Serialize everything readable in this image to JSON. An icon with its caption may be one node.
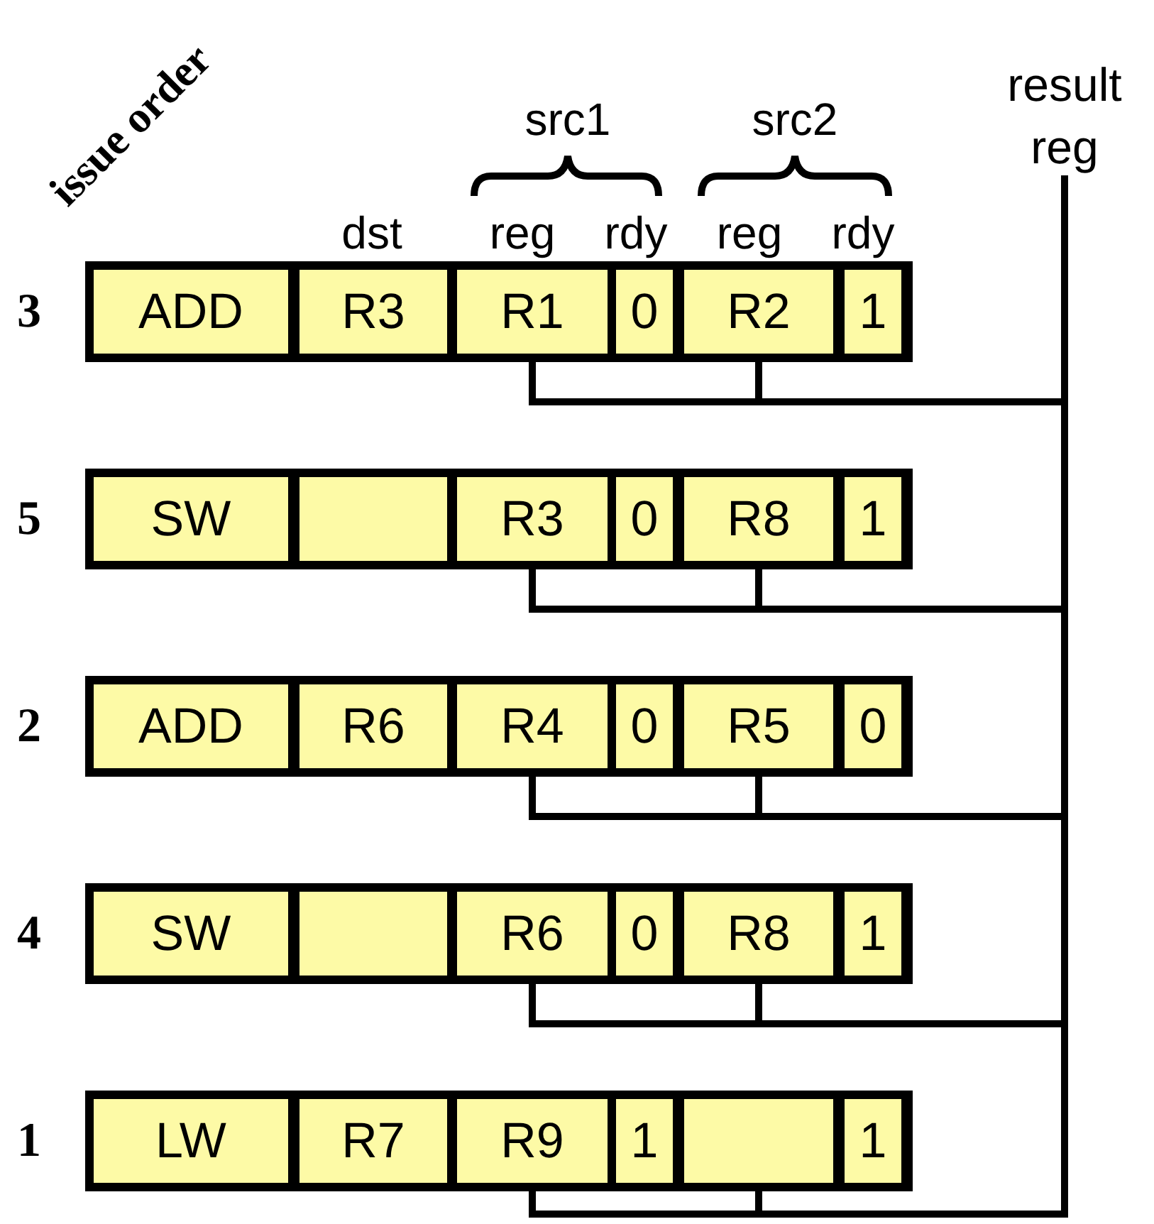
{
  "diagram": {
    "nodes": [
      {
        "text": [
          "result reg"
        ]
      },
      {
        "text": [],
        "shape": "box",
        "beside": [
          "3"
        ]
      },
      {
        "text": [
          "ADD"
        ],
        "in": 1
      },
      {
        "text": [
          "R3"
        ],
        "in": 1
      },
      {
        "text": [
          "R1"
        ],
        "in": 1
      },
      {
        "text": [
          "0"
        ],
        "in": 1
      },
      {
        "text": [
          "R2"
        ],
        "in": 1
      },
      {
        "text": [
          "1"
        ],
        "in": 1
      },
      {
        "text": [],
        "shape": "box",
        "beside": [
          "5"
        ]
      },
      {
        "text": [
          "SW"
        ],
        "in": 8
      },
      {
        "text": [],
        "shape": "box",
        "in": 8
      },
      {
        "text": [
          "R3"
        ],
        "in": 8
      },
      {
        "text": [
          "0"
        ],
        "in": 8
      },
      {
        "text": [
          "R8"
        ],
        "in": 8
      },
      {
        "text": [
          "1"
        ],
        "in": 8
      },
      {
        "text": [],
        "shape": "box",
        "beside": [
          "2"
        ]
      },
      {
        "text": [
          "ADD"
        ],
        "in": 15
      },
      {
        "text": [
          "R6"
        ],
        "in": 15
      },
      {
        "text": [
          "R4"
        ],
        "in": 15
      },
      {
        "text": [
          "0"
        ],
        "in": 15
      },
      {
        "text": [
          "R5"
        ],
        "in": 15
      },
      {
        "text": [
          "0"
        ],
        "in": 15
      },
      {
        "text": [],
        "shape": "box",
        "beside": [
          "4"
        ]
      },
      {
        "text": [
          "SW"
        ],
        "in": 22
      },
      {
        "text": [],
        "shape": "box",
        "in": 22
      },
      {
        "text": [
          "R6"
        ],
        "in": 22
      },
      {
        "text": [
          "0"
        ],
        "in": 22
      },
      {
        "text": [
          "R8"
        ],
        "in": 22
      },
      {
        "text": [
          "1"
        ],
        "in": 22
      },
      {
        "text": [],
        "shape": "box",
        "beside": [
          "1"
        ]
      },
      {
        "text": [
          "LW"
        ],
        "in": 29
      },
      {
        "text": [
          "R7"
        ],
        "in": 29
      },
      {
        "text": [
          "R9"
        ],
        "in": 29
      },
      {
        "text": [
          "1"
        ],
        "in": 29
      },
      {
        "text": [],
        "shape": "box",
        "in": 29
      },
      {
        "text": [
          "1"
        ],
        "in": 29
      }
    ],
    "edges": [
      {
        "from": 0,
        "to": 4,
        "arrow": "none"
      },
      {
        "from": 0,
        "to": 6,
        "arrow": "none"
      },
      {
        "from": 0,
        "to": 11,
        "arrow": "none"
      },
      {
        "from": 0,
        "to": 13,
        "arrow": "none"
      },
      {
        "from": 0,
        "to": 18,
        "arrow": "none"
      },
      {
        "from": 0,
        "to": 20,
        "arrow": "none"
      },
      {
        "from": 0,
        "to": 25,
        "arrow": "none"
      },
      {
        "from": 0,
        "to": 27,
        "arrow": "none"
      },
      {
        "from": 0,
        "to": 32,
        "arrow": "none"
      },
      {
        "from": 0,
        "to": 34,
        "arrow": "none"
      }
    ],
    "labels": [
      "issue order",
      "src1",
      "src2",
      "dst",
      "reg",
      "rdy",
      "reg",
      "rdy"
    ]
  }
}
